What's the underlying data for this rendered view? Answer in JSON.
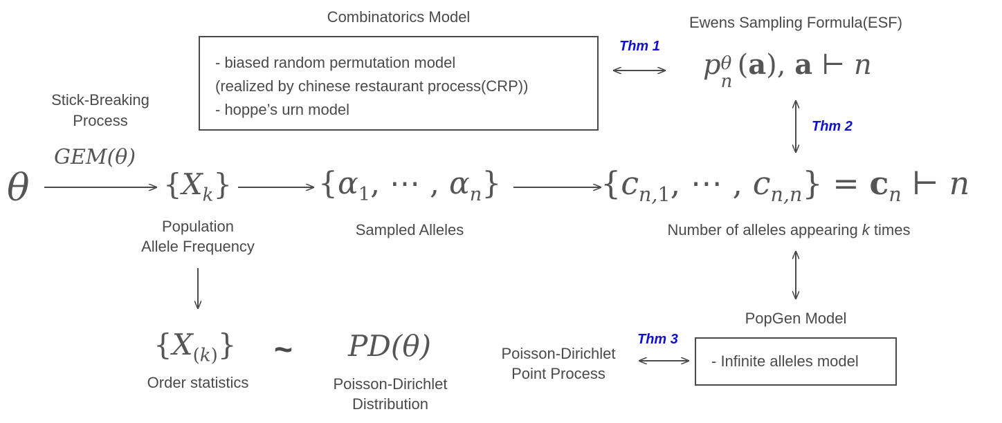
{
  "combinatorics": {
    "title": "Combinatorics Model",
    "lines": [
      "- biased random permutation model",
      "(realized by chinese restaurant process(CRP))",
      "- hoppe’s urn model"
    ]
  },
  "esf": {
    "title": "Ewens Sampling Formula(ESF)"
  },
  "theorems": {
    "thm1": "Thm 1",
    "thm2": "Thm 2",
    "thm3": "Thm 3"
  },
  "stick_breaking": {
    "line1": "Stick-Breaking",
    "line2": "Process"
  },
  "population": {
    "line1": "Population",
    "line2": "Allele Frequency"
  },
  "sampled_alleles": "Sampled Alleles",
  "number_alleles": {
    "prefix": "Number of alleles appearing ",
    "k": "k",
    "suffix": " times"
  },
  "popgen": {
    "title": "PopGen Model",
    "box_text": "- Infinite alleles model"
  },
  "order_statistics": "Order statistics",
  "tilde": "~",
  "pd_distribution": {
    "line1": "Poisson-Dirichlet",
    "line2": "Distribution"
  },
  "pd_point_process": {
    "line1": "Poisson-Dirichlet",
    "line2": "Point Process"
  }
}
